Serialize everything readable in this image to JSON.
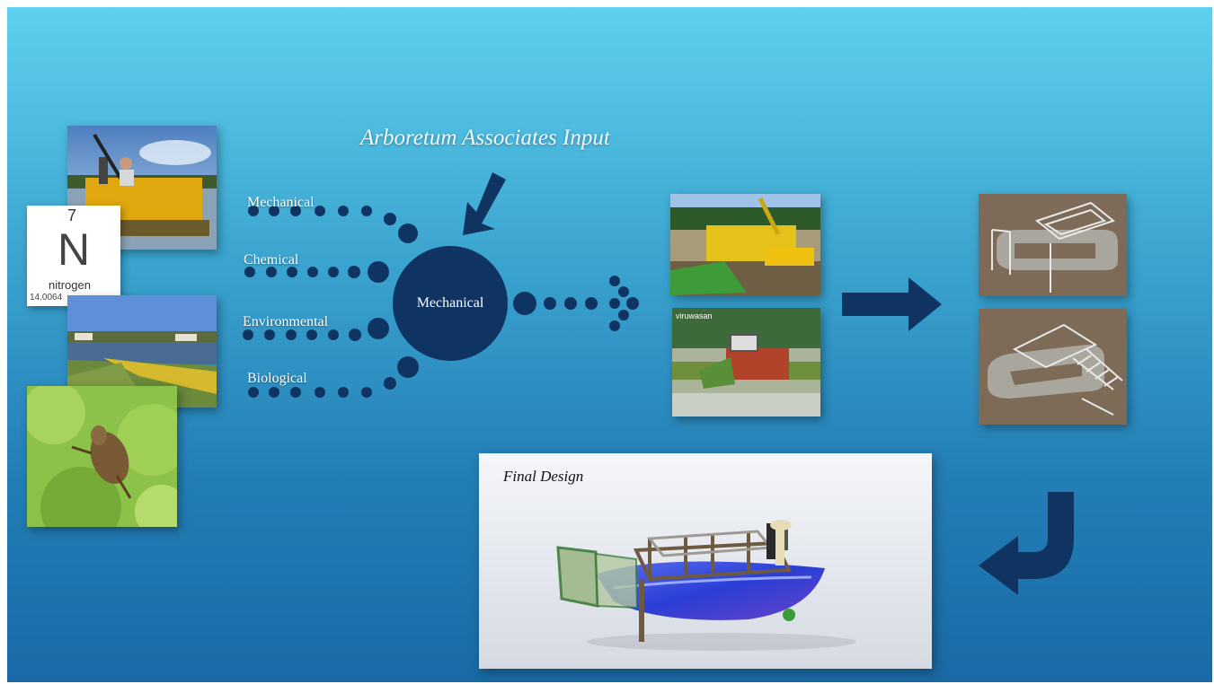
{
  "title": "Arboretum Associates Input",
  "categories": [
    {
      "label": "Mechanical"
    },
    {
      "label": "Chemical"
    },
    {
      "label": "Environmental"
    },
    {
      "label": "Biological"
    }
  ],
  "hub": {
    "label": "Mechanical"
  },
  "nitrogen_tile": {
    "atomic_number": "7",
    "symbol": "N",
    "name": "nitrogen",
    "mass": "14.0064"
  },
  "photos": {
    "harvester_with_operator": "aquatic weed harvester with operator",
    "shoreline": "lake shoreline with flower plantings",
    "weevil": "weevil on a green leaf",
    "yellow_harvester": "yellow harvester on shore",
    "red_harvester": "red harvester in a pond",
    "cad_model_1": "CAD model of frame on floats",
    "cad_model_2": "CAD model of frame on floats with ramp"
  },
  "photo_watermark": "viruwasan",
  "final_design": {
    "title": "Final Design"
  },
  "colors": {
    "background_top": "#5fd0ee",
    "background_bottom": "#1a6aa6",
    "navy": "#0f3461",
    "text": "#ffffff"
  }
}
